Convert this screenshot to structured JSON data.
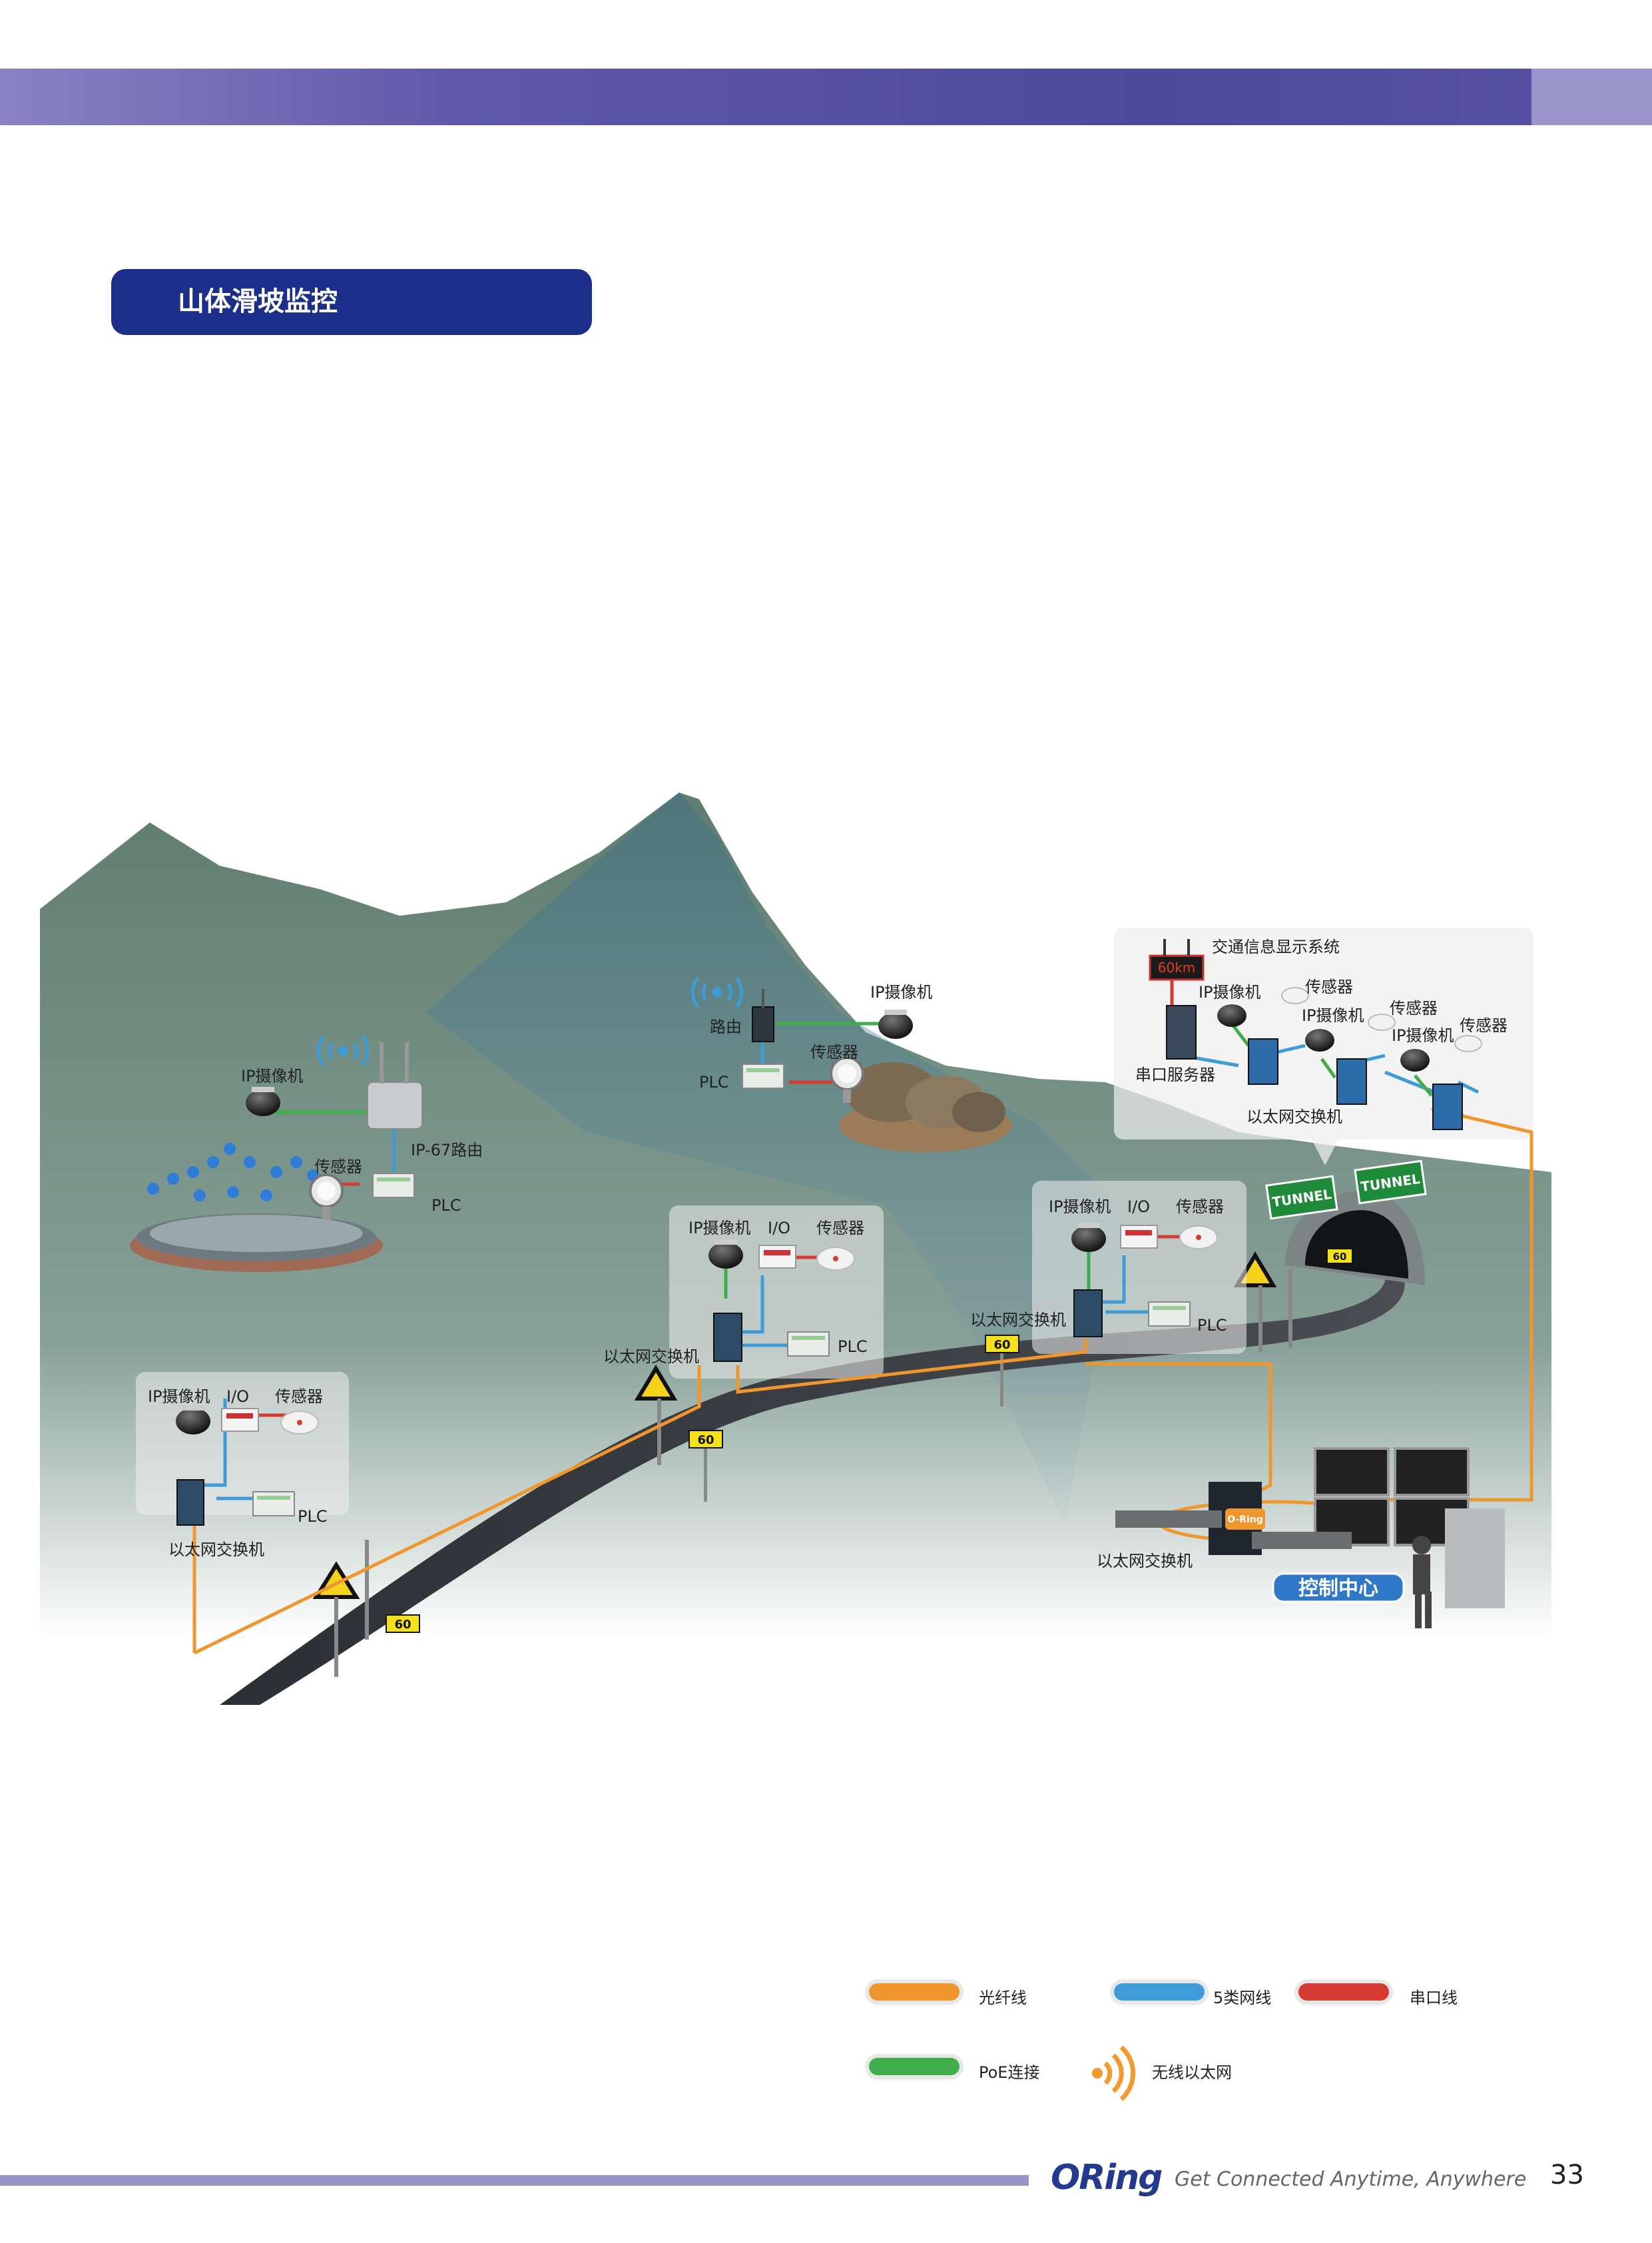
{
  "header": {
    "section_title": "山体滑坡监控"
  },
  "diagram": {
    "groups": {
      "left_bottom": {
        "camera": "IP摄像机",
        "io": "I/O",
        "sensor": "传感器",
        "plc": "PLC",
        "switch": "以太网交换机"
      },
      "reservoir": {
        "camera": "IP摄像机",
        "router": "IP-67路由",
        "sensor": "传感器",
        "plc": "PLC"
      },
      "peak": {
        "router": "路由",
        "camera": "IP摄像机",
        "sensor": "传感器",
        "plc": "PLC"
      },
      "middle": {
        "camera": "IP摄像机",
        "io": "I/O",
        "sensor": "传感器",
        "plc": "PLC",
        "switch": "以太网交换机"
      },
      "right": {
        "camera": "IP摄像机",
        "io": "I/O",
        "sensor": "传感器",
        "plc": "PLC",
        "switch": "以太网交换机"
      },
      "tunnel": {
        "display_system": "交通信息显示系统",
        "display_value": "60km",
        "camera1": "IP摄像机",
        "sensor1": "传感器",
        "camera2": "IP摄像机",
        "sensor2": "传感器",
        "camera3": "IP摄像机",
        "sensor3": "传感器",
        "serial_server": "串口服务器",
        "switch": "以太网交换机",
        "tunnel_sign1": "TUNNEL",
        "tunnel_sign2": "TUNNEL"
      },
      "control": {
        "switch": "以太网交换机",
        "center": "控制中心",
        "switch_brand": "O-Ring"
      }
    },
    "speed_sign": "60",
    "colors": {
      "fiber": "#f0962e",
      "cat5": "#3f9ad8",
      "serial": "#d63b33",
      "poe": "#3fae4a",
      "wireless": "#f29a2e",
      "mountain": "#6f8c7e",
      "road": "#3a3d40"
    }
  },
  "legend": {
    "fiber": "光纤线",
    "cat5": "5类网线",
    "serial": "串口线",
    "poe": "PoE连接",
    "wireless": "无线以太网"
  },
  "footer": {
    "brand": "ORing",
    "tagline": "Get Connected Anytime, Anywhere",
    "page_number": "33"
  }
}
